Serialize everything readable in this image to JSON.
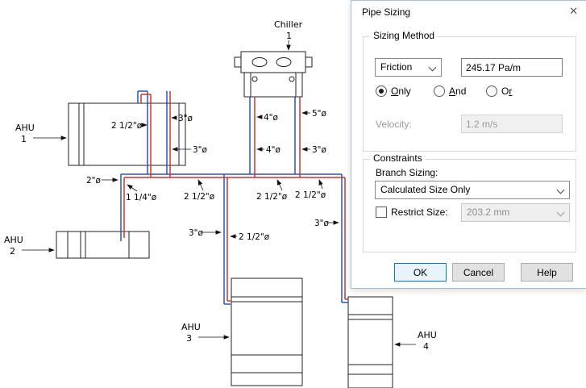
{
  "colors": {
    "supply_pipe": "#2b50c8",
    "return_pipe": "#c8372d",
    "dialog_border": "#9bc0e0",
    "accent": "#0078d7"
  },
  "dialog": {
    "title": "Pipe Sizing",
    "close_icon": "✕",
    "sizing_method": {
      "group_label": "Sizing Method",
      "method_value": "Friction",
      "friction_value": "245.17 Pa/m",
      "radios": [
        {
          "pre": "",
          "accel": "O",
          "rest": "nly",
          "selected": true
        },
        {
          "pre": "",
          "accel": "A",
          "rest": "nd",
          "selected": false
        },
        {
          "pre": "O",
          "accel": "r",
          "rest": "",
          "selected": false
        }
      ],
      "velocity_label": "Velocity:",
      "velocity_value": "1.2 m/s"
    },
    "constraints": {
      "group_label": "Constraints",
      "branch_sizing_label": "Branch Sizing:",
      "branch_sizing_value": "Calculated Size Only",
      "restrict_label": "Restrict Size:",
      "restrict_checked": false,
      "restrict_value": "203.2 mm"
    },
    "buttons": {
      "ok": "OK",
      "cancel": "Cancel",
      "help": "Help"
    }
  },
  "diagram": {
    "equipment": {
      "chiller": {
        "name": "Chiller",
        "number": "1"
      },
      "ahu1": {
        "name": "AHU",
        "number": "1"
      },
      "ahu2": {
        "name": "AHU",
        "number": "2"
      },
      "ahu3": {
        "name": "AHU",
        "number": "3"
      },
      "ahu4": {
        "name": "AHU",
        "number": "4"
      }
    },
    "pipe_labels": [
      {
        "text": "2 1/2\"ø"
      },
      {
        "text": "3\"ø"
      },
      {
        "text": "4\"ø"
      },
      {
        "text": "5\"ø"
      },
      {
        "text": "3\"ø"
      },
      {
        "text": "4\"ø"
      },
      {
        "text": "3\"ø"
      },
      {
        "text": "2\"ø"
      },
      {
        "text": "1 1/4\"ø"
      },
      {
        "text": "2 1/2\"ø"
      },
      {
        "text": "2 1/2\"ø"
      },
      {
        "text": "2 1/2\"ø"
      },
      {
        "text": "3\"ø"
      },
      {
        "text": "3\"ø"
      },
      {
        "text": "2 1/2\"ø"
      }
    ]
  }
}
